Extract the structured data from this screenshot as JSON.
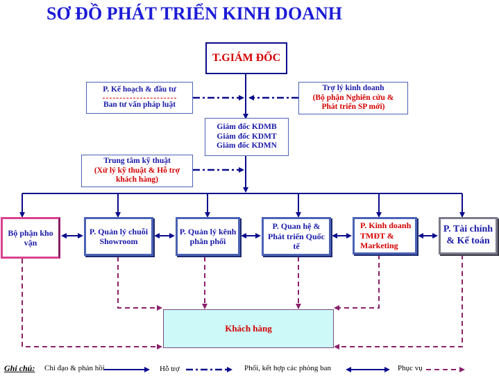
{
  "title": "SƠ ĐỒ PHÁT TRIỂN KINH DOANH",
  "nodes": {
    "ceo": "T.GIÁM ĐỐC",
    "planning_line1": "P. Kế hoạch  &  đầu tư",
    "planning_line2": "Ban tư vấn  pháp luật",
    "assistant_line1": "Trợ lý kinh doanh",
    "assistant_line2": "(Bộ phận Nghiên cứu &",
    "assistant_line3": "Phát triển SP mới)",
    "regional_1": "Giám đốc KDMB",
    "regional_2": "Giám đốc KDMT",
    "regional_3": "Giám đốc KDMN",
    "tech_line1": "Trung tâm kỹ thuật",
    "tech_line2": "(Xử lý kỹ thuật & Hỗ trợ",
    "tech_line3": "khách hàng)",
    "dept_logistics_1": "Bộ phận kho",
    "dept_logistics_2": "vận",
    "dept_showroom_1": "P. Quản lý chuỗi",
    "dept_showroom_2": "Showroom",
    "dept_channel_1": "P. Quản lý kênh",
    "dept_channel_2": "phân phối",
    "dept_intl_1": "P. Quan hệ &",
    "dept_intl_2": "Phát triển  Quốc",
    "dept_intl_3": "tế",
    "dept_ecom_1": "P. Kinh doanh",
    "dept_ecom_2": "TMĐT &",
    "dept_ecom_3": "Marketing",
    "dept_finance_1": "P. Tài chính",
    "dept_finance_2": "& Kế toán",
    "customers": "Khách hàng"
  },
  "legend": {
    "label": "Ghi chú:",
    "items": [
      {
        "text": "Chỉ đạo & phản hồi",
        "style": "solid-arrow"
      },
      {
        "text": "Hỗ trợ",
        "style": "dashdot-arrow"
      },
      {
        "text": "Phối, kết hợp các phòng ban",
        "style": "double-arrow"
      },
      {
        "text": "Phục vụ",
        "style": "dashed-purple-arrow"
      }
    ]
  },
  "colors": {
    "title": "#1b1bd6",
    "line_blue": "#0a0a8c",
    "border_blue": "#4b62b5",
    "accent_red": "#d40000",
    "support_purple": "#8a1f6b",
    "customers_fill": "#cdf9f9",
    "logistics_border": "#d9428e",
    "finance_border": "#7a7a8a"
  }
}
